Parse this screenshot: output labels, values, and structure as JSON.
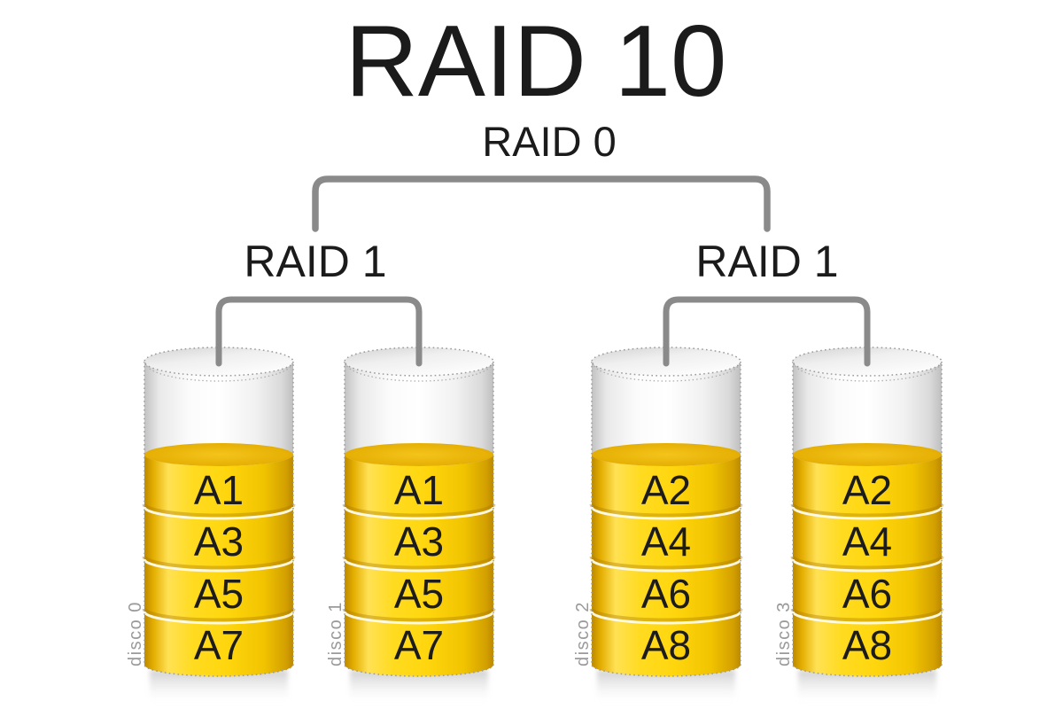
{
  "title": "RAID 10",
  "raid0": {
    "label": "RAID 0"
  },
  "raid1_left": {
    "label": "RAID 1"
  },
  "raid1_right": {
    "label": "RAID 1"
  },
  "disks": [
    {
      "name": "disco 0",
      "blocks": [
        "A1",
        "A3",
        "A5",
        "A7"
      ]
    },
    {
      "name": "disco 1",
      "blocks": [
        "A1",
        "A3",
        "A5",
        "A7"
      ]
    },
    {
      "name": "disco 2",
      "blocks": [
        "A2",
        "A4",
        "A6",
        "A8"
      ]
    },
    {
      "name": "disco 3",
      "blocks": [
        "A2",
        "A4",
        "A6",
        "A8"
      ]
    }
  ],
  "colors": {
    "block_fill_yellow": "#FFD60E",
    "block_edge_gold": "#C69200",
    "connector_gray": "#8A8A8A",
    "disk_name_gray": "#9A9A9A",
    "text_black": "#1C1C1C"
  }
}
